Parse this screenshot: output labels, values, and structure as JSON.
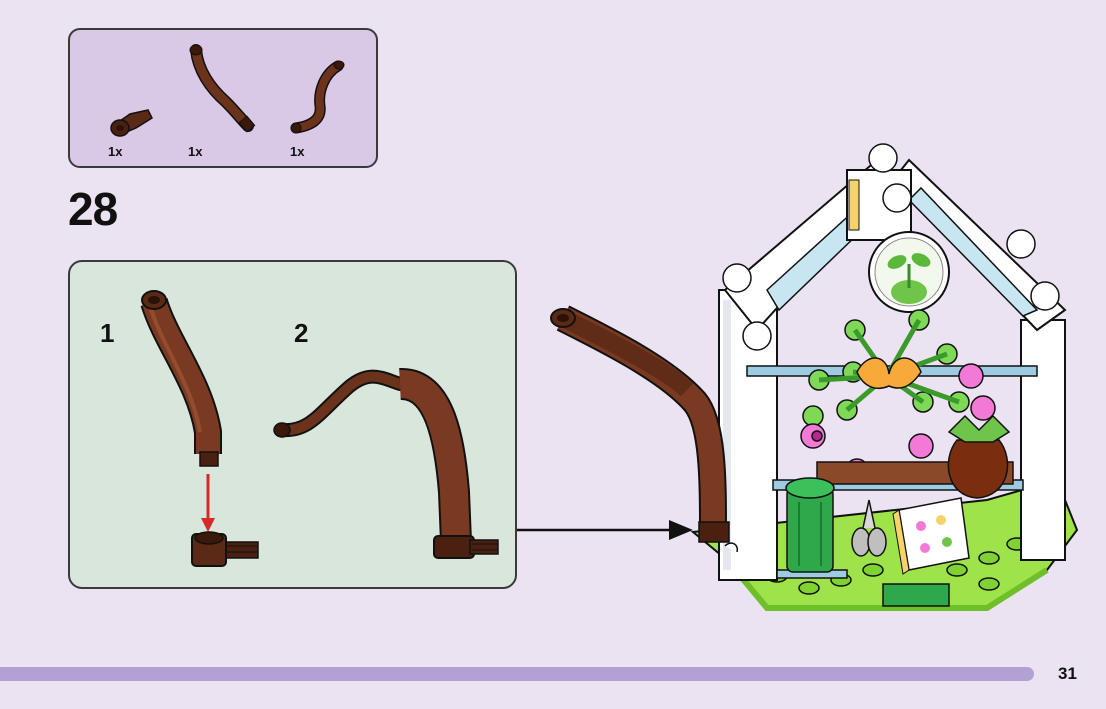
{
  "parts_list": {
    "items": [
      {
        "icon": "short-hose-connector-icon",
        "quantity": "1x"
      },
      {
        "icon": "curved-hose-piece-icon",
        "quantity": "1x"
      },
      {
        "icon": "s-shaped-hose-piece-icon",
        "quantity": "1x"
      }
    ]
  },
  "step": {
    "number": "28",
    "substeps": [
      {
        "label": "1"
      },
      {
        "label": "2"
      }
    ]
  },
  "colors": {
    "background": "#ece3f2",
    "parts_panel": "#dac9e6",
    "substep_panel": "#d9e6dc",
    "hose_brown": "#7a3a22",
    "base_green": "#9ee34a",
    "footer_bar": "#b3a1d3",
    "arrow_red": "#d62a2a"
  },
  "footer": {
    "page_number": "31"
  }
}
